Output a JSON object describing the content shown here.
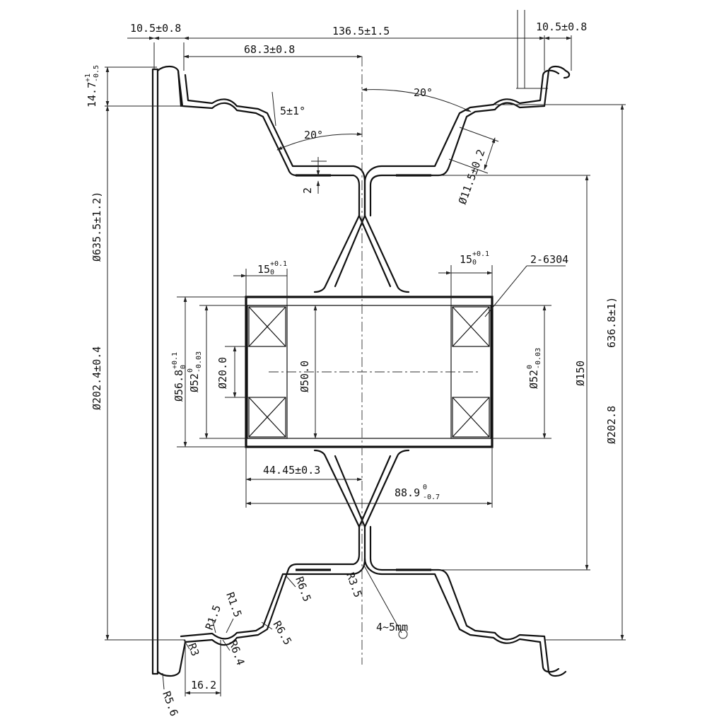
{
  "drawing": {
    "dims_top": {
      "flange_left": "10.5±0.8",
      "overall_width": "136.5±1.5",
      "flange_right": "10.5±0.8",
      "half_width": "68.3±0.8"
    },
    "angles": {
      "upper_right": "20°",
      "upper_left": "20°",
      "flank": "5±1°"
    },
    "dims_left": {
      "flange_height": "14.7",
      "flange_height_tol_upper": "+1",
      "flange_height_tol_lower": "-0.5",
      "bead_diameter": "Ø635.5±1.2)",
      "well_diameter": "Ø202.4±0.4"
    },
    "dims_right": {
      "valve_hole": "Ø11.5±0.2",
      "rim_diameter": "636.8±1)",
      "disc_diameter": "Ø202.8",
      "bolt_circle": "Ø150"
    },
    "hub": {
      "bearing_width_left": "15",
      "bearing_width_right": "15",
      "bearing_width_tol_upper": "+0.1",
      "bearing_width_tol_lower": "0",
      "bearing_spec": "2-6304",
      "dia_outer": "Ø56.8",
      "dia_outer_tol_upper": "+0.1",
      "dia_outer_tol_lower": "0",
      "dia_seat_left": "Ø52",
      "dia_seat_right": "Ø52",
      "dia_seat_tol_upper": "0",
      "dia_seat_tol_lower": "-0.03",
      "dia_shaft": "Ø20.0",
      "dia_tube": "Ø50.0",
      "offset": "44.45±0.3",
      "hub_length": "88.9",
      "hub_length_tol_upper": "0",
      "hub_length_tol_lower": "-0.7"
    },
    "small_dims": {
      "rib_height": "2",
      "lip_length": "16.2",
      "weld": "4~5mm"
    },
    "radii": {
      "r_lower_fillet": "R6.5",
      "r_center": "R3.5",
      "r_bead_1": "R1.5",
      "r_bead_2": "R1.5",
      "r_flank": "R6.5",
      "r_heel": "R3",
      "r_seat": "R6.4",
      "r_toe": "R5.6"
    }
  }
}
